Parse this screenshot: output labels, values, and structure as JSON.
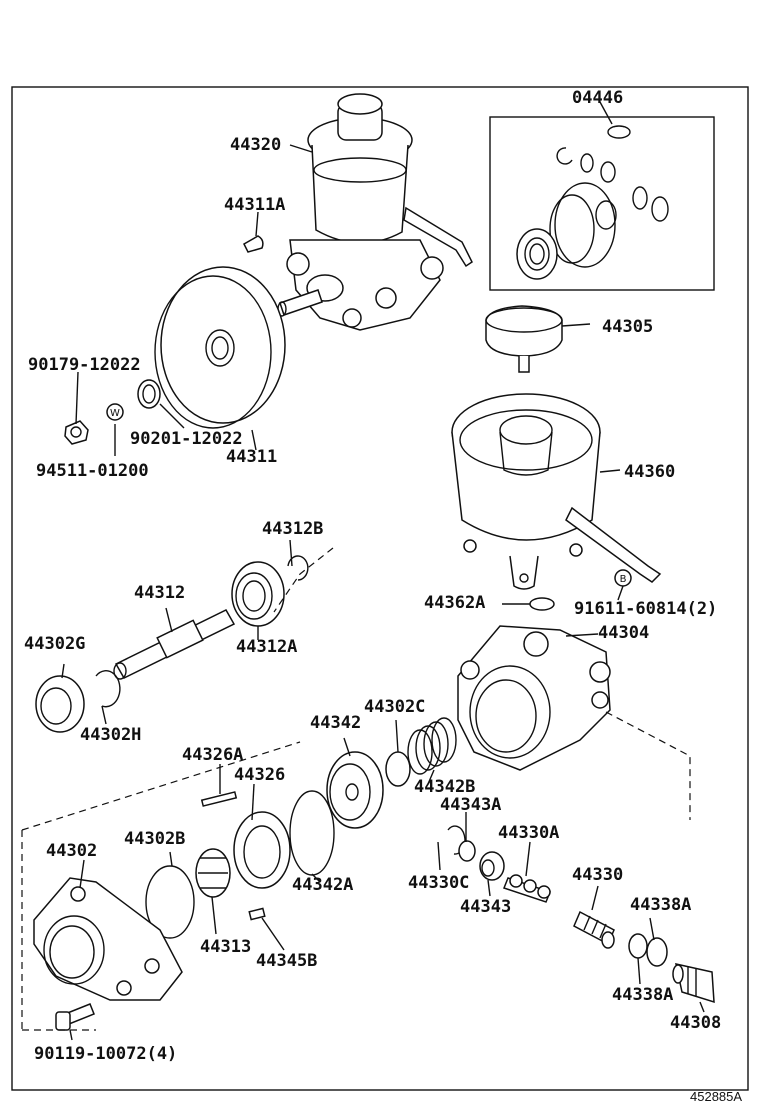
{
  "diagram_id": "452885A",
  "labels": {
    "l_04446": "04446",
    "l_44320": "44320",
    "l_44311A": "44311A",
    "l_44305": "44305",
    "l_90179": "90179-12022",
    "l_90201": "90201-12022",
    "l_44311": "44311",
    "l_94511": "94511-01200",
    "l_44360": "44360",
    "l_44312B": "44312B",
    "l_44312": "44312",
    "l_44302G": "44302G",
    "l_44312A": "44312A",
    "l_44362A": "44362A",
    "l_91611": "91611-60814(2)",
    "l_44304": "44304",
    "l_44302H": "44302H",
    "l_44342": "44342",
    "l_44302C": "44302C",
    "l_44326A": "44326A",
    "l_44326": "44326",
    "l_44342B": "44342B",
    "l_44343A": "44343A",
    "l_44302": "44302",
    "l_44302B": "44302B",
    "l_44330A": "44330A",
    "l_44342A": "44342A",
    "l_44330C": "44330C",
    "l_44330": "44330",
    "l_44343": "44343",
    "l_44338A_1": "44338A",
    "l_44313": "44313",
    "l_44345B": "44345B",
    "l_44338A_2": "44338A",
    "l_44308": "44308",
    "l_90119": "90119-10072(4)"
  },
  "markers": {
    "w_mark": "W",
    "b_mark": "B"
  }
}
